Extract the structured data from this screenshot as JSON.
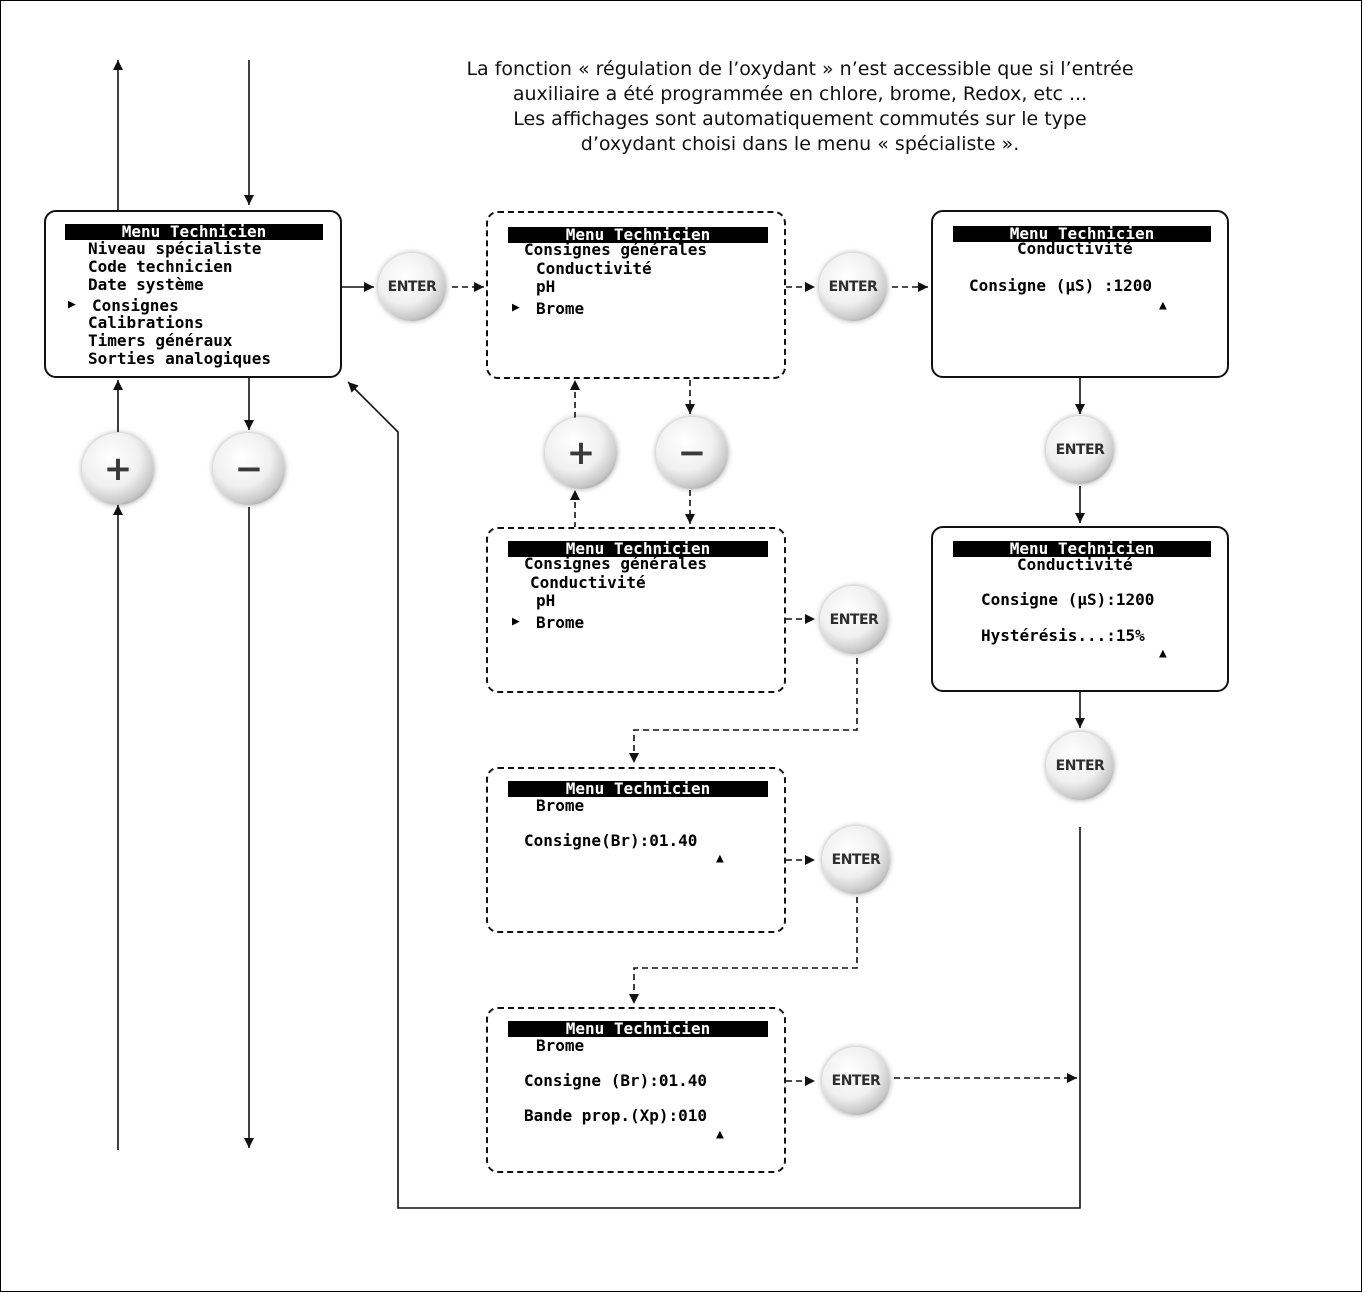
{
  "note": {
    "lines": [
      "La fonction « régulation de l’oxydant » n’est accessible que si l’entrée",
      "auxiliaire a été programmée en chlore, brome, Redox, etc ...",
      "Les affichages sont automatiquement commutés sur le type",
      "d’oxydant choisi dans le menu « spécialiste »."
    ]
  },
  "screens": {
    "main_menu": {
      "title": "Menu Technicien",
      "items": [
        "Niveau spécialiste",
        "Code technicien",
        "Date système",
        "Consignes",
        "Calibrations",
        "Timers généraux",
        "Sorties analogiques"
      ],
      "cursor": "▶"
    },
    "consignes_1": {
      "title": "Menu Technicien",
      "subtitle": "Consignes générales",
      "items": [
        "Conductivité",
        "pH",
        "Brome"
      ],
      "cursor": "▶"
    },
    "consignes_2": {
      "title": "Menu Technicien",
      "subtitle": "Consignes générales",
      "items": [
        "Conductivité",
        "pH",
        "Brome"
      ],
      "cursor": "▶"
    },
    "conductivite_1": {
      "title": "Menu Technicien",
      "subtitle": "Conductivité",
      "line1": "Consigne (µS) :1200",
      "caret": "▲"
    },
    "conductivite_2": {
      "title": "Menu Technicien",
      "subtitle": "Conductivité",
      "line1": "Consigne (µS):1200",
      "line2": "Hystérésis...:15%",
      "caret": "▲"
    },
    "brome_1": {
      "title": "Menu Technicien",
      "subtitle": "Brome",
      "line1": "Consigne(Br):01.40",
      "caret": "▲"
    },
    "brome_2": {
      "title": "Menu Technicien",
      "subtitle": "Brome",
      "line1": "Consigne (Br):01.40",
      "line2": "Bande prop.(Xp):010",
      "caret": "▲"
    }
  },
  "buttons": {
    "enter_label": "ENTER",
    "plus_label": "+",
    "minus_label": "−"
  },
  "colors": {
    "line": "#111111",
    "screen_title_bg": "#000000",
    "screen_title_fg": "#ffffff"
  }
}
